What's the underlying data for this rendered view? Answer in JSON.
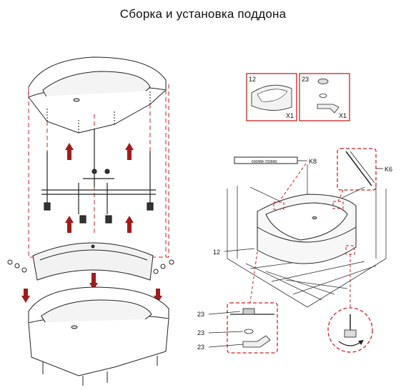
{
  "title": "Сборка и установка поддона",
  "labels": {
    "box_12_num": "12",
    "box_12_qty": "X1",
    "box_23_num": "23",
    "box_23_qty": "X1",
    "level_k8": "K8",
    "level_range": "600MM-700MM",
    "profile_k6": "K6",
    "tray_12": "12",
    "drain_23a": "23",
    "drain_23b": "23",
    "drain_23c": "23"
  },
  "colors": {
    "line": "#222222",
    "red_dash": "#cc2222",
    "arrow_red": "#a01c1c",
    "tile": "#555555"
  }
}
